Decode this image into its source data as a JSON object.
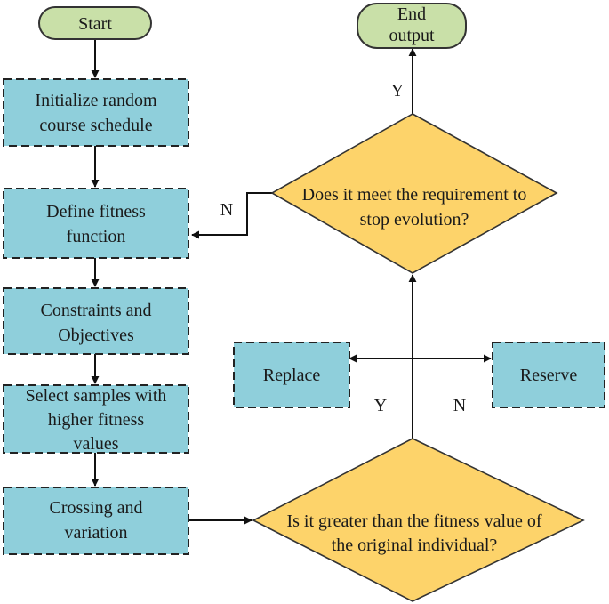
{
  "nodes": {
    "start": {
      "lines": [
        "Start"
      ]
    },
    "end": {
      "lines": [
        "End",
        "output"
      ]
    },
    "init": {
      "lines": [
        "Initialize random",
        "course schedule"
      ]
    },
    "fitness": {
      "lines": [
        "Define fitness",
        "function"
      ]
    },
    "constraints": {
      "lines": [
        "Constraints and",
        "Objectives"
      ]
    },
    "select": {
      "lines": [
        "Select samples with",
        "higher fitness",
        "values"
      ]
    },
    "crossing": {
      "lines": [
        "Crossing and",
        "variation"
      ]
    },
    "stop_check": {
      "lines": [
        "Does it meet the requirement to",
        "stop evolution?"
      ]
    },
    "compare_check": {
      "lines": [
        "Is it greater than the fitness value of",
        "the original individual?"
      ]
    },
    "replace": {
      "lines": [
        "Replace"
      ]
    },
    "reserve": {
      "lines": [
        "Reserve"
      ]
    }
  },
  "edge_labels": {
    "stop_yes": "Y",
    "stop_no": "N",
    "replace_yes": "Y",
    "reserve_no": "N"
  },
  "colors": {
    "process_fill": "#8fcfdb",
    "terminal_fill": "#c9e0a8",
    "decision_fill": "#fdd36a"
  }
}
